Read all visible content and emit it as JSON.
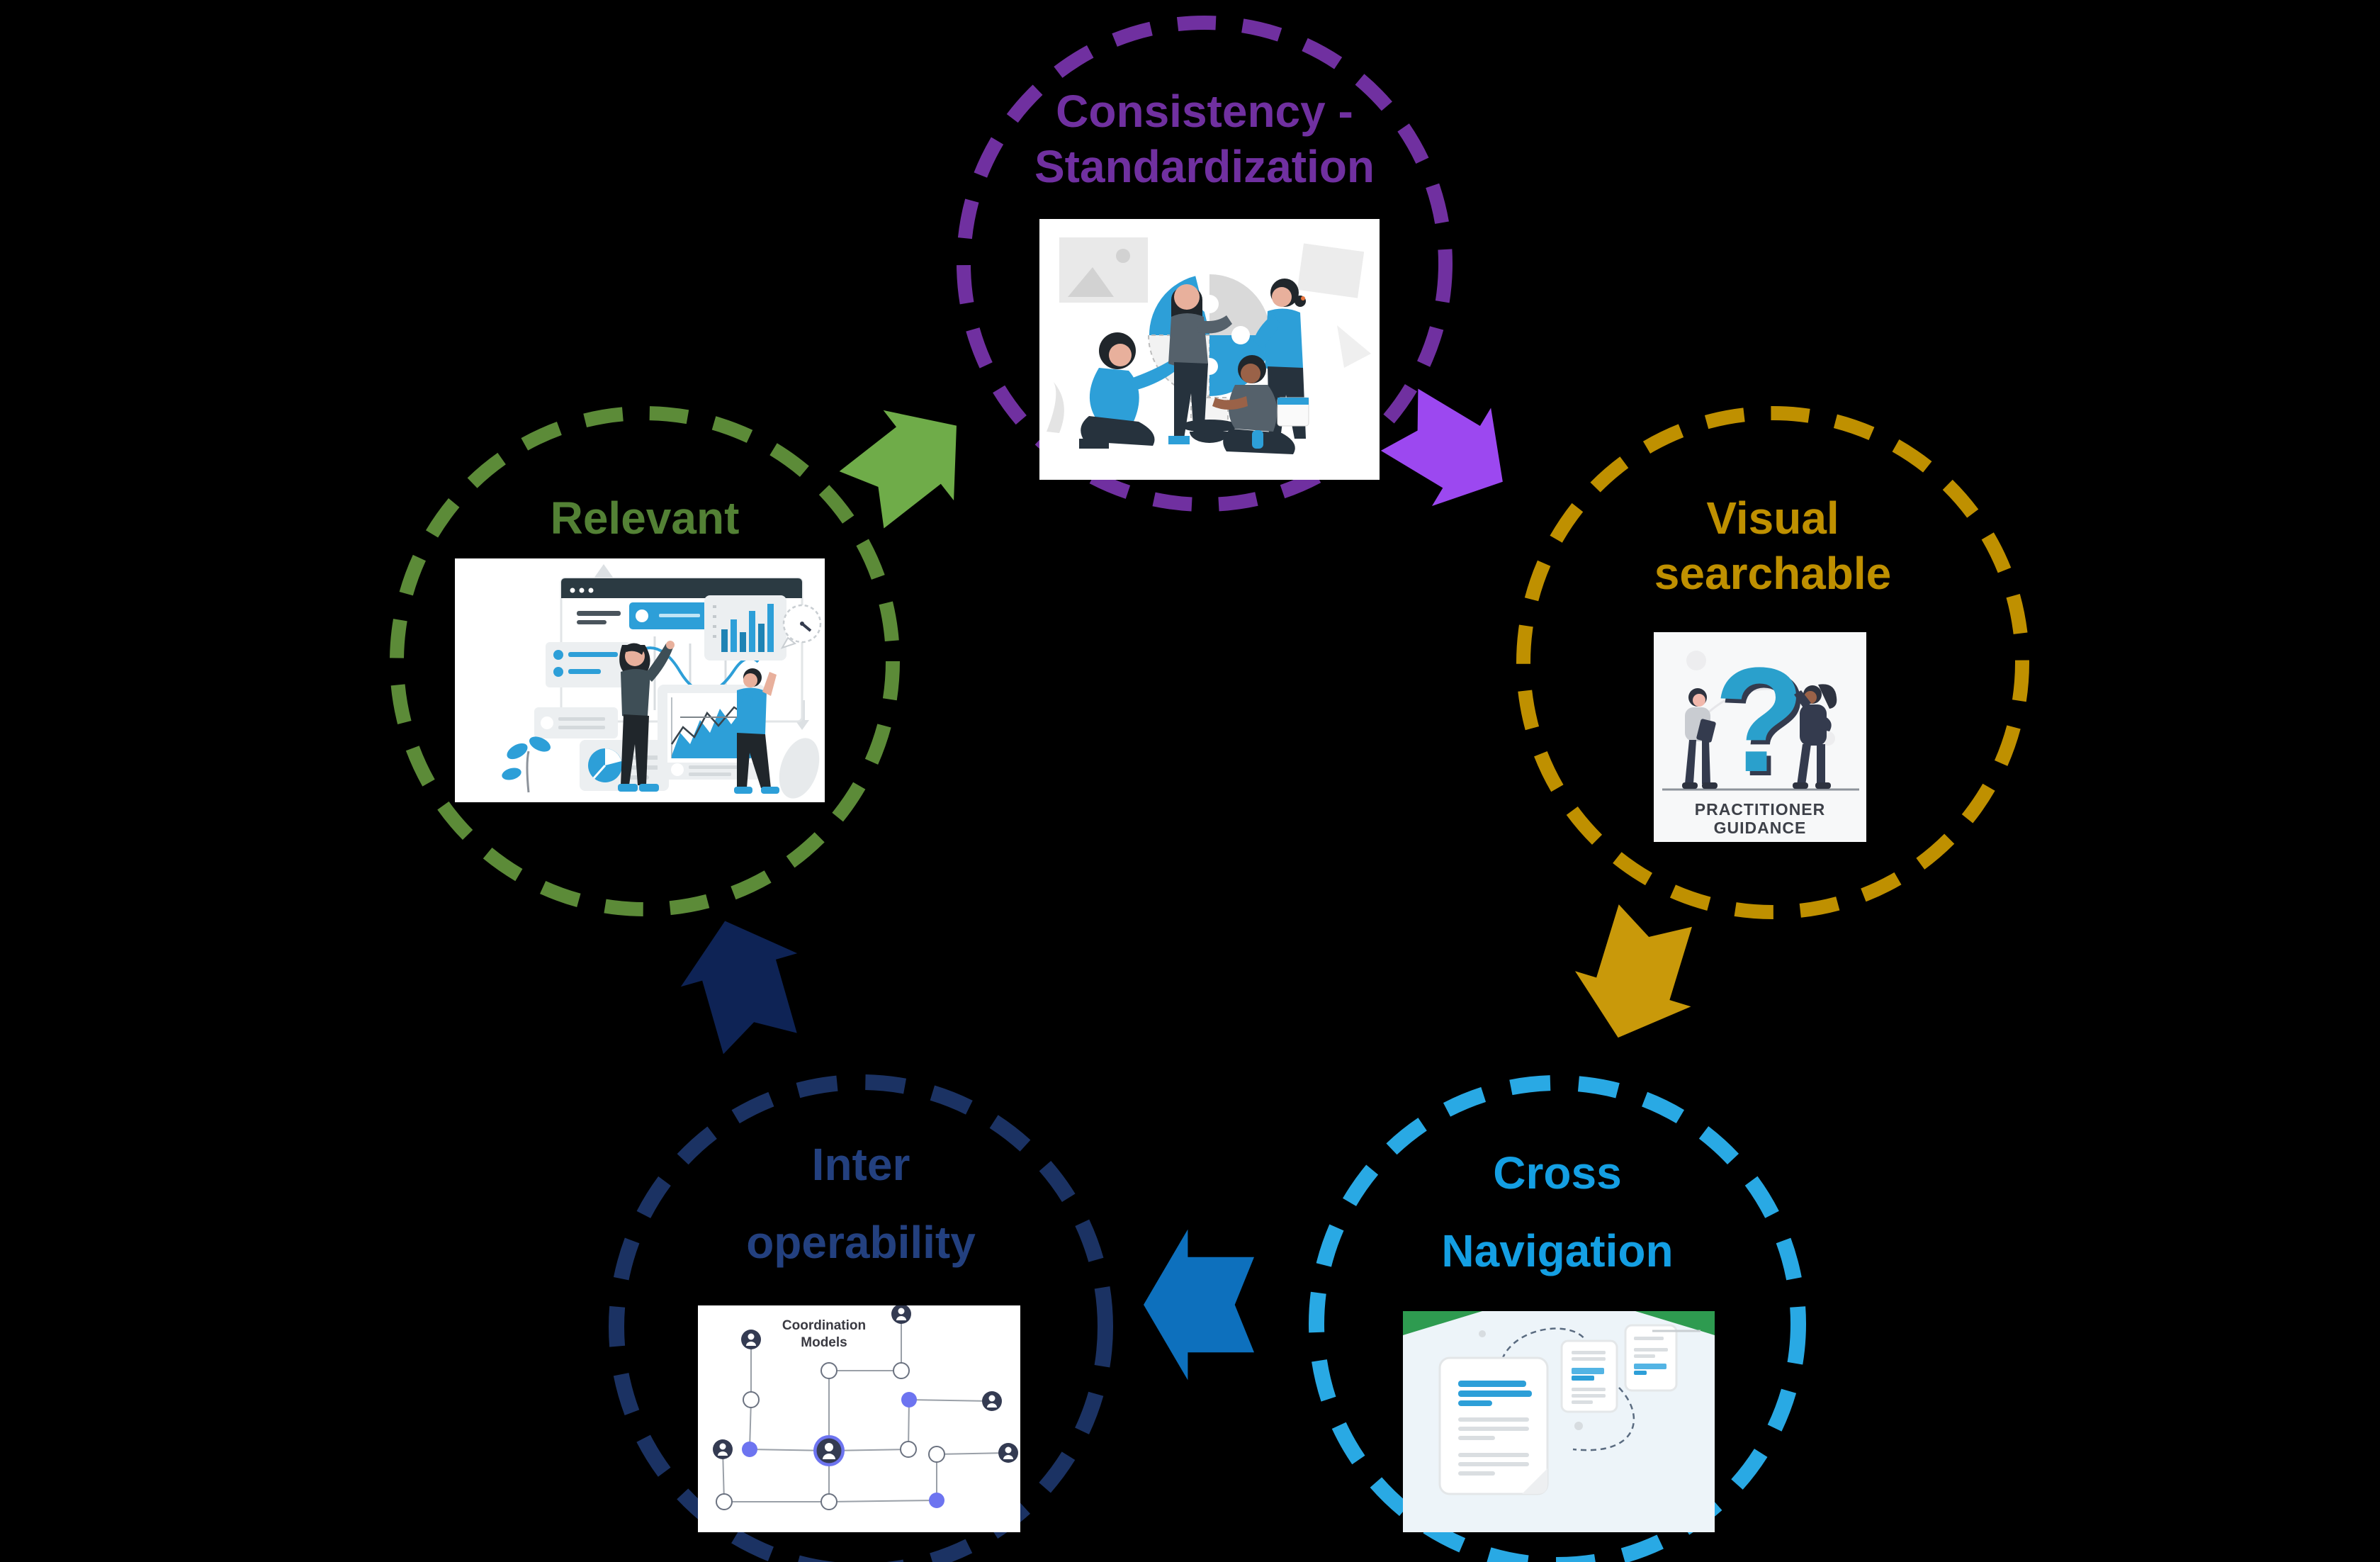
{
  "canvas": {
    "background": "#000000"
  },
  "cycle": {
    "nodes": [
      {
        "id": "consistency",
        "line1": "Consistency -",
        "line2": "Standardization",
        "text_color": "#7030A0",
        "circle_color": "#7030A0"
      },
      {
        "id": "visual-searchable",
        "line1": "Visual",
        "line2": "searchable",
        "text_color": "#BF9000",
        "circle_color": "#BF9000"
      },
      {
        "id": "cross-navigation",
        "line1": "Cross",
        "line2": "Navigation",
        "text_color": "#149FE3",
        "circle_color": "#29A9E4"
      },
      {
        "id": "interoperability",
        "line1": "Inter",
        "line2": "operability",
        "text_color": "#23407F",
        "circle_color": "#1B3263"
      },
      {
        "id": "relevant",
        "line1": "Relevant",
        "text_color": "#538135",
        "circle_color": "#5C8B38"
      }
    ],
    "arrows": [
      {
        "id": "relevant-to-consistency",
        "color": "#6FAC49"
      },
      {
        "id": "consistency-to-visual-searchable",
        "color": "#9C48F0"
      },
      {
        "id": "visual-searchable-to-cross-navigation",
        "color": "#C9990A"
      },
      {
        "id": "cross-navigation-to-interoperability",
        "color": "#0D70BD"
      },
      {
        "id": "interoperability-to-relevant",
        "color": "#0E2355"
      }
    ]
  },
  "illustrations": {
    "visual_searchable": {
      "caption_line1": "PRACTITIONER",
      "caption_line2": "GUIDANCE"
    },
    "interoperability": {
      "title_line1": "Coordination",
      "title_line2": "Models"
    }
  }
}
